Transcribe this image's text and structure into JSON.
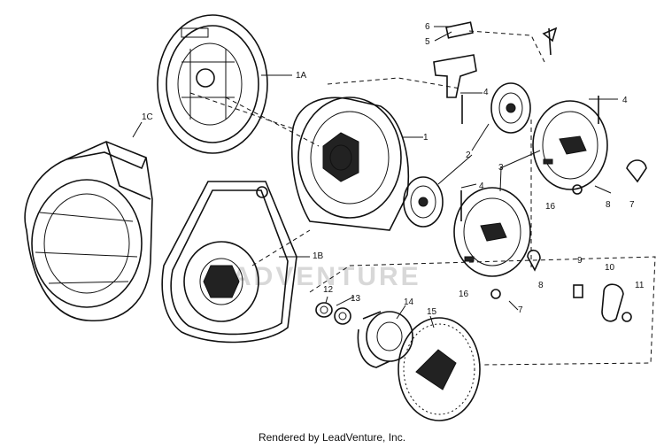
{
  "labels": {
    "p1": "1",
    "p1a": "1A",
    "p1b": "1B",
    "p1c": "1C",
    "p2": "2",
    "p3": "3",
    "p4a": "4",
    "p4b": "4",
    "p4c": "4",
    "p5": "5",
    "p6": "6",
    "p7a": "7",
    "p7b": "7",
    "p8a": "8",
    "p8b": "8",
    "p9": "9",
    "p10": "10",
    "p11": "11",
    "p12": "12",
    "p13": "13",
    "p14": "14",
    "p15": "15",
    "p16a": "16",
    "p16b": "16"
  },
  "watermark": "ADVENTURE",
  "footer": "Rendered by LeadVenture, Inc.",
  "colors": {
    "ink": "#111111",
    "paper": "#ffffff",
    "watermark": "#d8d8d8"
  }
}
